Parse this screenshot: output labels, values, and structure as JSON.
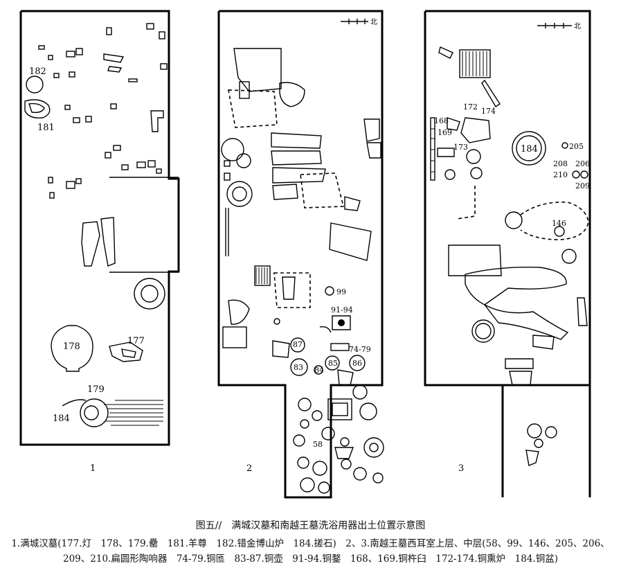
{
  "figure": {
    "caption_title": "图五//　满城汉墓和南越王墓洗浴用器出土位置示意图",
    "legend_line1": "1.满城汉墓(177.灯　178、179.罍　181.羊尊　182.错金博山炉　184.搓石)　2、3.南越王墓西耳室上层、中层(58、99、146、205、206、",
    "legend_line2": "209、210.扁圆形陶响器　74-79.铜匜　83-87.铜壶　91-94.铜鍪　168、169.铜杵臼　172-174.铜熏炉　184.铜盆)"
  },
  "panels": [
    {
      "number": "1",
      "labels": [
        "182",
        "181",
        "178",
        "177",
        "179",
        "184"
      ]
    },
    {
      "number": "2",
      "north": "北",
      "labels": [
        "99",
        "91-94",
        "87",
        "74-79",
        "85",
        "86",
        "83",
        "84",
        "58"
      ]
    },
    {
      "number": "3",
      "north": "北",
      "labels": [
        "172",
        "174",
        "168",
        "169",
        "173",
        "184",
        "205",
        "208",
        "206",
        "210",
        "209",
        "146"
      ]
    }
  ]
}
